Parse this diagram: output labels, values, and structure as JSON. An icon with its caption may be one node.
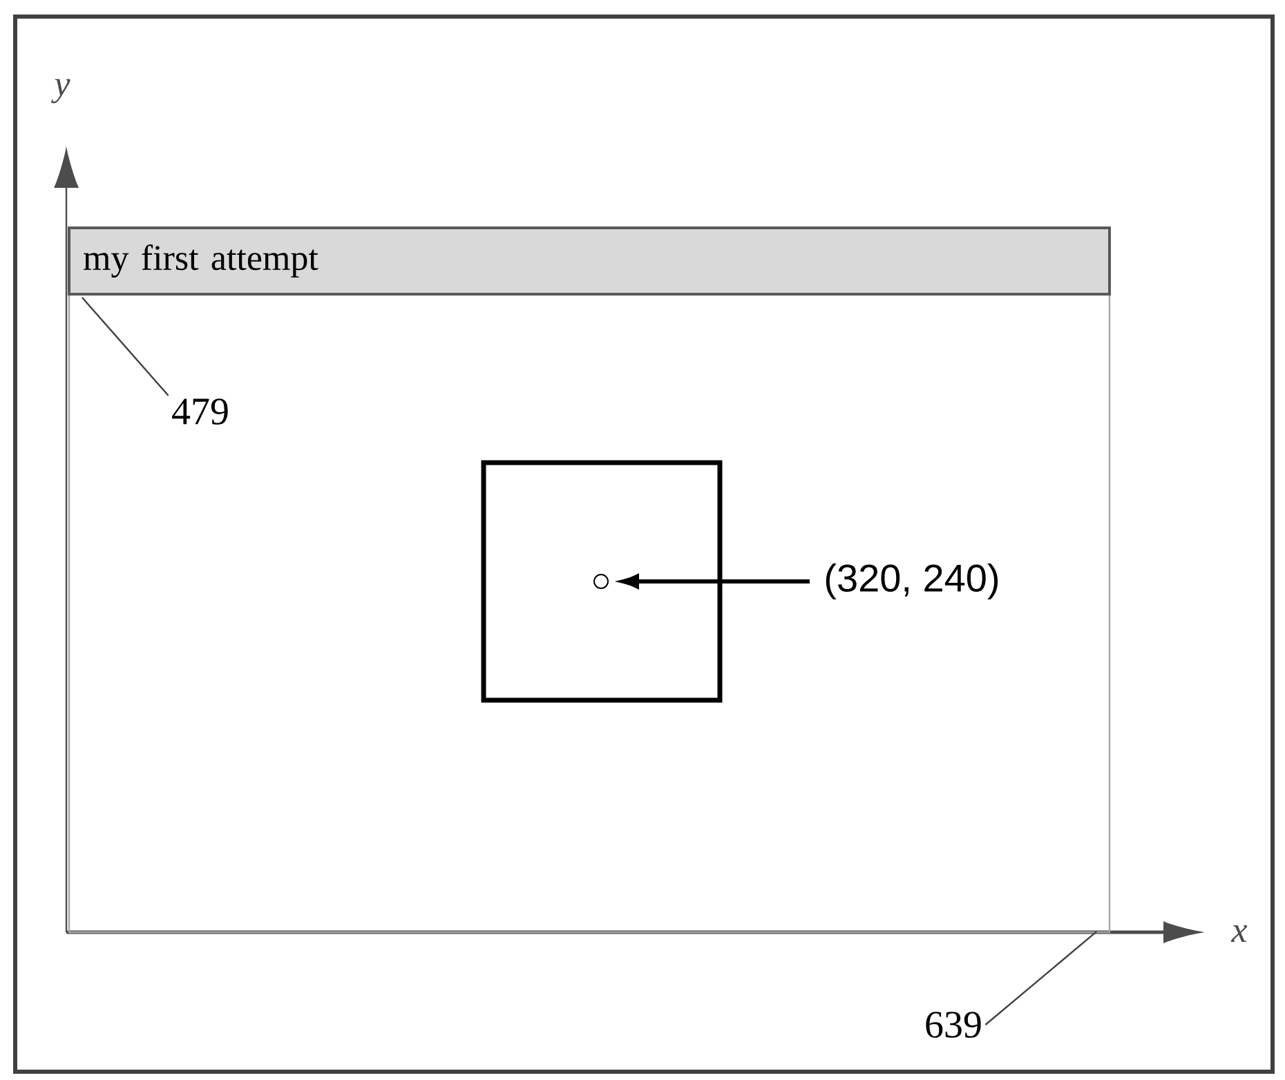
{
  "diagram": {
    "nodes": [
      {
        "text": [],
        "shape": "box"
      },
      {
        "text": [
          "my first attempt"
        ]
      },
      {
        "text": [],
        "shape": "box",
        "in": 0
      },
      {
        "text": [],
        "shape": "circle",
        "in": 2
      },
      {
        "text": [
          "(320, 240)"
        ],
        "in": 0
      },
      {
        "text": [
          "479"
        ],
        "in": 0
      },
      {
        "text": [
          "639"
        ]
      }
    ],
    "edges": [
      {
        "from": 4,
        "to": 3,
        "arrow": "to",
        "style": "thick"
      },
      {
        "from": 5,
        "to": 0,
        "arrow": "none"
      },
      {
        "from": 6,
        "to": 0,
        "arrow": "none"
      }
    ],
    "labels": [
      "y",
      "x"
    ]
  }
}
